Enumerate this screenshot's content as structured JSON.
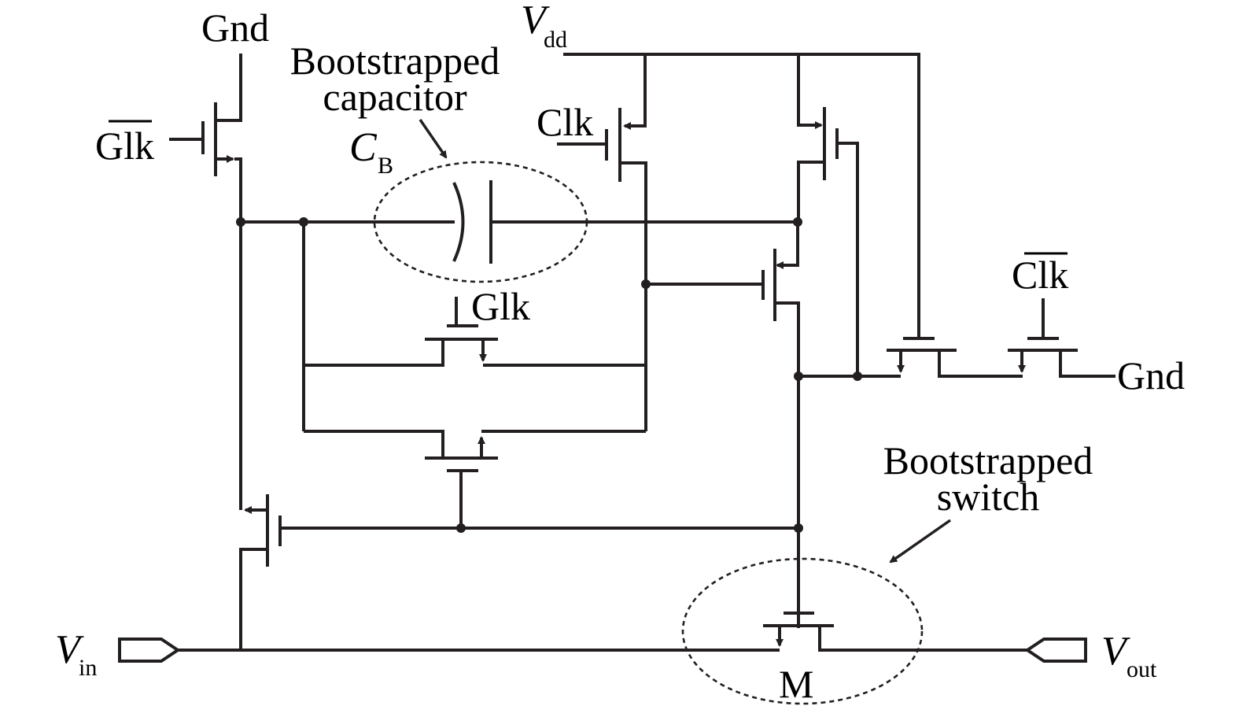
{
  "figure": {
    "type": "circuit-schematic",
    "title": "Bootstrapped switch circuit",
    "colors": {
      "ink": "#231f20",
      "background": "#ffffff"
    }
  },
  "labels": {
    "gnd_top": "Gnd",
    "gnd_right": "Gnd",
    "clk_bar_left": "Glk",
    "clk_bar_left_overbar": true,
    "clk_mid": "Glk",
    "clk_top": "Clk",
    "clk_bar_right": "Clk",
    "clk_bar_right_overbar": true,
    "vdd": {
      "main": "V",
      "sub": "dd"
    },
    "vin": {
      "main": "V",
      "sub": "in"
    },
    "vout": {
      "main": "V",
      "sub": "out"
    },
    "cap": {
      "main": "C",
      "sub": "B"
    },
    "transistor_m": "M"
  },
  "annotations": {
    "bootstrapped_capacitor": [
      "Bootstrapped",
      "capacitor"
    ],
    "bootstrapped_switch": [
      "Bootstrapped",
      "switch"
    ]
  },
  "components": [
    {
      "id": "T1",
      "kind": "nmos",
      "gate": "Glk-bar",
      "note": "top-left, connects Gnd to capacitor bottom plate"
    },
    {
      "id": "T2",
      "kind": "pmos",
      "gate": "Clk",
      "note": "top, Vdd to charge node"
    },
    {
      "id": "T3",
      "kind": "pmos",
      "gate": "output-node",
      "note": "top-right, Vdd to capacitor top plate"
    },
    {
      "id": "T4",
      "kind": "pmos",
      "gate": "charge-node",
      "note": "capacitor top plate to switch gate"
    },
    {
      "id": "T5",
      "kind": "nmos",
      "gate": "Glk",
      "note": "middle horizontal switch"
    },
    {
      "id": "T6",
      "kind": "nmos",
      "gate": "gate-node",
      "note": "lower horizontal switch"
    },
    {
      "id": "T7",
      "kind": "nmos",
      "gate": "gate-node",
      "note": "left, Vin to capacitor bottom plate"
    },
    {
      "id": "T8",
      "kind": "nmos",
      "gate": "Vdd",
      "note": "right pull-down pair, upper"
    },
    {
      "id": "T9",
      "kind": "nmos",
      "gate": "Clk-bar",
      "note": "right pull-down pair, to Gnd"
    },
    {
      "id": "M",
      "kind": "nmos",
      "gate": "gate-node",
      "note": "main sampling switch Vin to Vout"
    },
    {
      "id": "CB",
      "kind": "capacitor",
      "note": "bootstrapped capacitor"
    }
  ]
}
